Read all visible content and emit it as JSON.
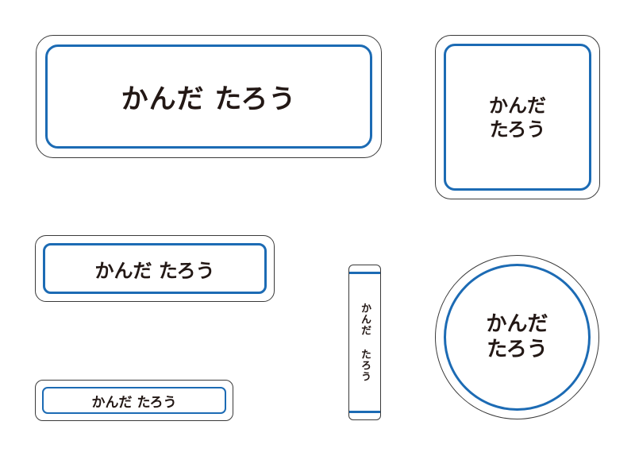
{
  "labels": {
    "large": {
      "text": "かんだ たろう"
    },
    "square": {
      "text": "かんだ\nたろう"
    },
    "medium": {
      "text": "かんだ たろう"
    },
    "small": {
      "text": "かんだ たろう"
    },
    "strip": {
      "text": "かんだ たろう"
    },
    "circle": {
      "text": "かんだ\nたろう"
    }
  },
  "colors": {
    "outline": "#3a3a3a",
    "accent_border": "#1c6bb4",
    "text": "#231815",
    "background": "#ffffff"
  }
}
